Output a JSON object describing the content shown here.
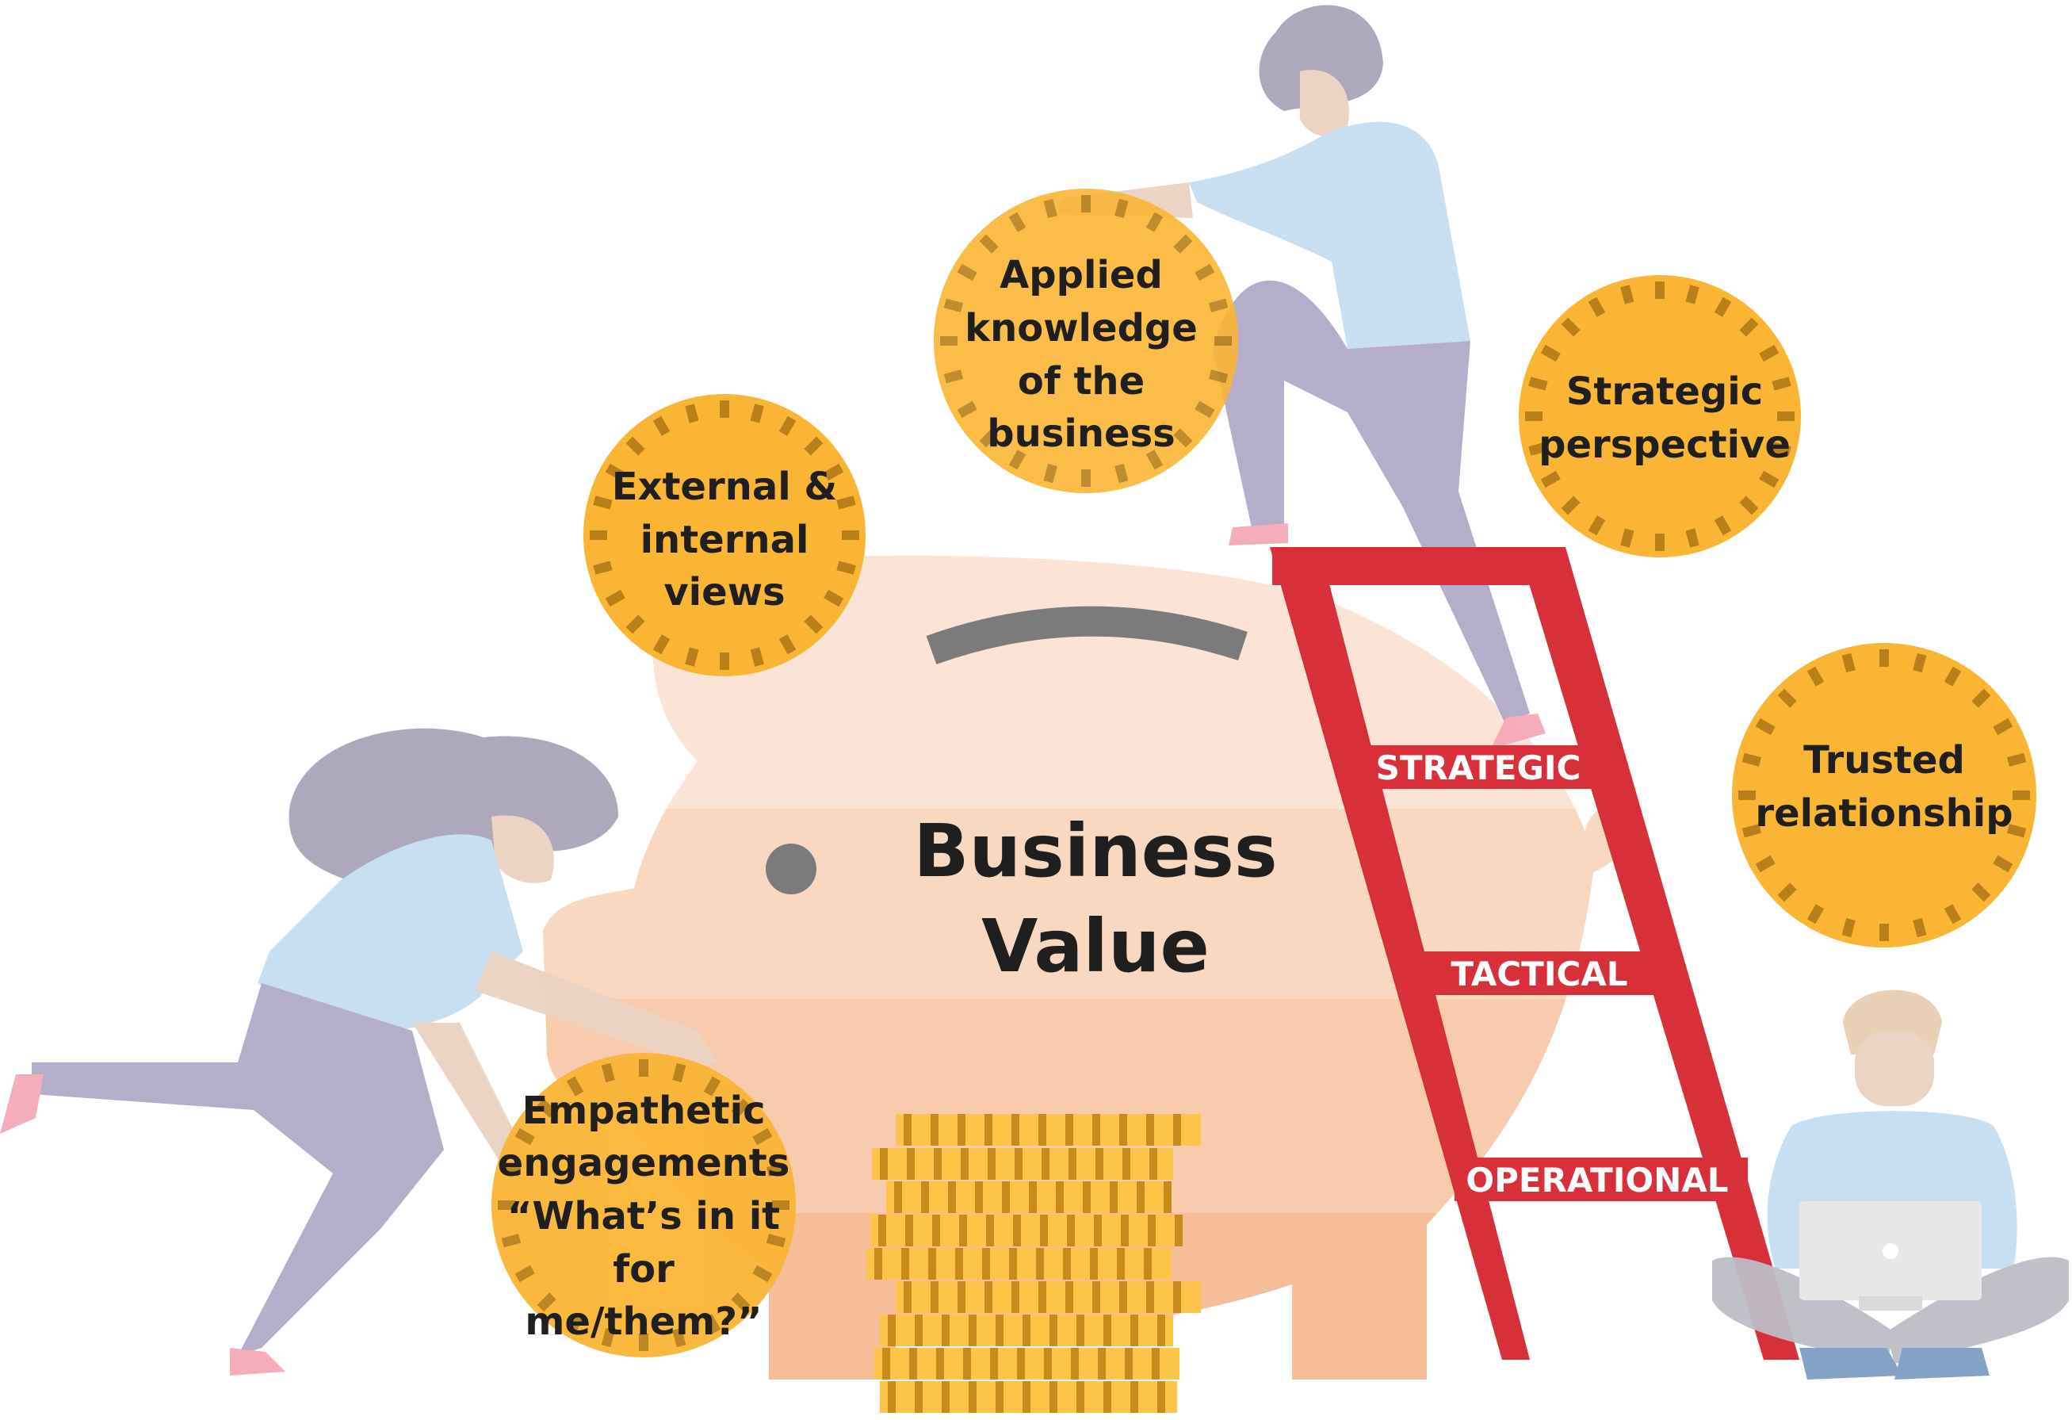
{
  "center_label": {
    "line1": "Business",
    "line2": "Value"
  },
  "coins": [
    {
      "id": "external-internal",
      "lines": [
        "External &",
        "internal",
        "views"
      ]
    },
    {
      "id": "applied-knowledge",
      "lines": [
        "Applied",
        "knowledge",
        "of the",
        "business"
      ]
    },
    {
      "id": "strategic-perspective",
      "lines": [
        "Strategic",
        "perspective"
      ]
    },
    {
      "id": "trusted-relationship",
      "lines": [
        "Trusted",
        "relationship"
      ]
    },
    {
      "id": "empathetic-engagements",
      "lines": [
        "Empathetic",
        "engagements",
        "“What’s in it",
        "for",
        "me/them?”"
      ]
    }
  ],
  "ladder": {
    "rungs": [
      "STRATEGIC",
      "TACTICAL",
      "OPERATIONAL"
    ]
  },
  "colors": {
    "coin_fill": "#FBB535",
    "coin_tick": "#B9801A",
    "ladder": "#D7303A",
    "piggy_light": "#FBE3D5",
    "piggy_mid": "#F9D4BC",
    "piggy_dark": "#F7C2A0",
    "person_shirt": "#C6DEF1",
    "person_pants": "#B0AAC8",
    "person_hair": "#A9A4B8",
    "person_skin": "#EBD2C2",
    "shoe": "#F6A9B8"
  }
}
